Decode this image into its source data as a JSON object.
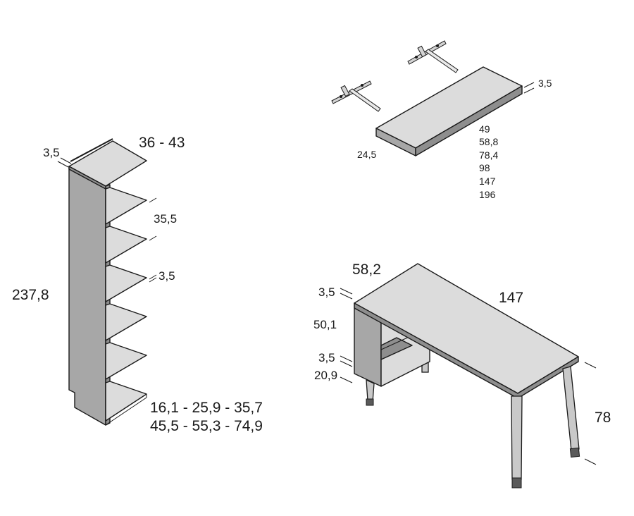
{
  "bookcase": {
    "height": "237,8",
    "depth": "36 - 43",
    "panel_thickness": "3,5",
    "shelf_gap": "35,5",
    "shelf_thickness": "3,5",
    "widths_line1": "16,1 - 25,9 - 35,7",
    "widths_line2": "45,5 - 55,3 - 74,9"
  },
  "wall_shelf": {
    "thickness": "3,5",
    "depth": "24,5",
    "lengths": [
      "49",
      "58,8",
      "78,4",
      "98",
      "147",
      "196"
    ]
  },
  "desk": {
    "depth": "58,2",
    "length": "147",
    "top_thickness": "3,5",
    "cabinet_height": "50,1",
    "shelf_thickness": "3,5",
    "shelf_height": "20,9",
    "height": "78"
  }
}
